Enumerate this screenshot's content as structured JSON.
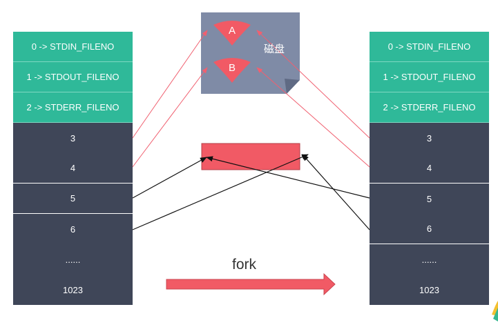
{
  "left_table": {
    "rows": [
      "0 -> STDIN_FILENO",
      "1 -> STDOUT_FILENO",
      "2 -> STDERR_FILENO",
      "3",
      "4",
      "5",
      "6",
      "......",
      "1023"
    ]
  },
  "right_table": {
    "rows": [
      "0 -> STDIN_FILENO",
      "1 -> STDOUT_FILENO",
      "2 -> STDERR_FILENO",
      "3",
      "4",
      "5",
      "6",
      "......",
      "1023"
    ]
  },
  "disk": {
    "label": "磁盘",
    "file_a": "A",
    "file_b": "B"
  },
  "fork": {
    "label": "fork"
  },
  "colors": {
    "std_row": "#2fb999",
    "fd_row": "#3f4658",
    "disk": "#7f8ba6",
    "red": "#f15a65",
    "red_line": "#f06070",
    "black_line": "#111111"
  }
}
